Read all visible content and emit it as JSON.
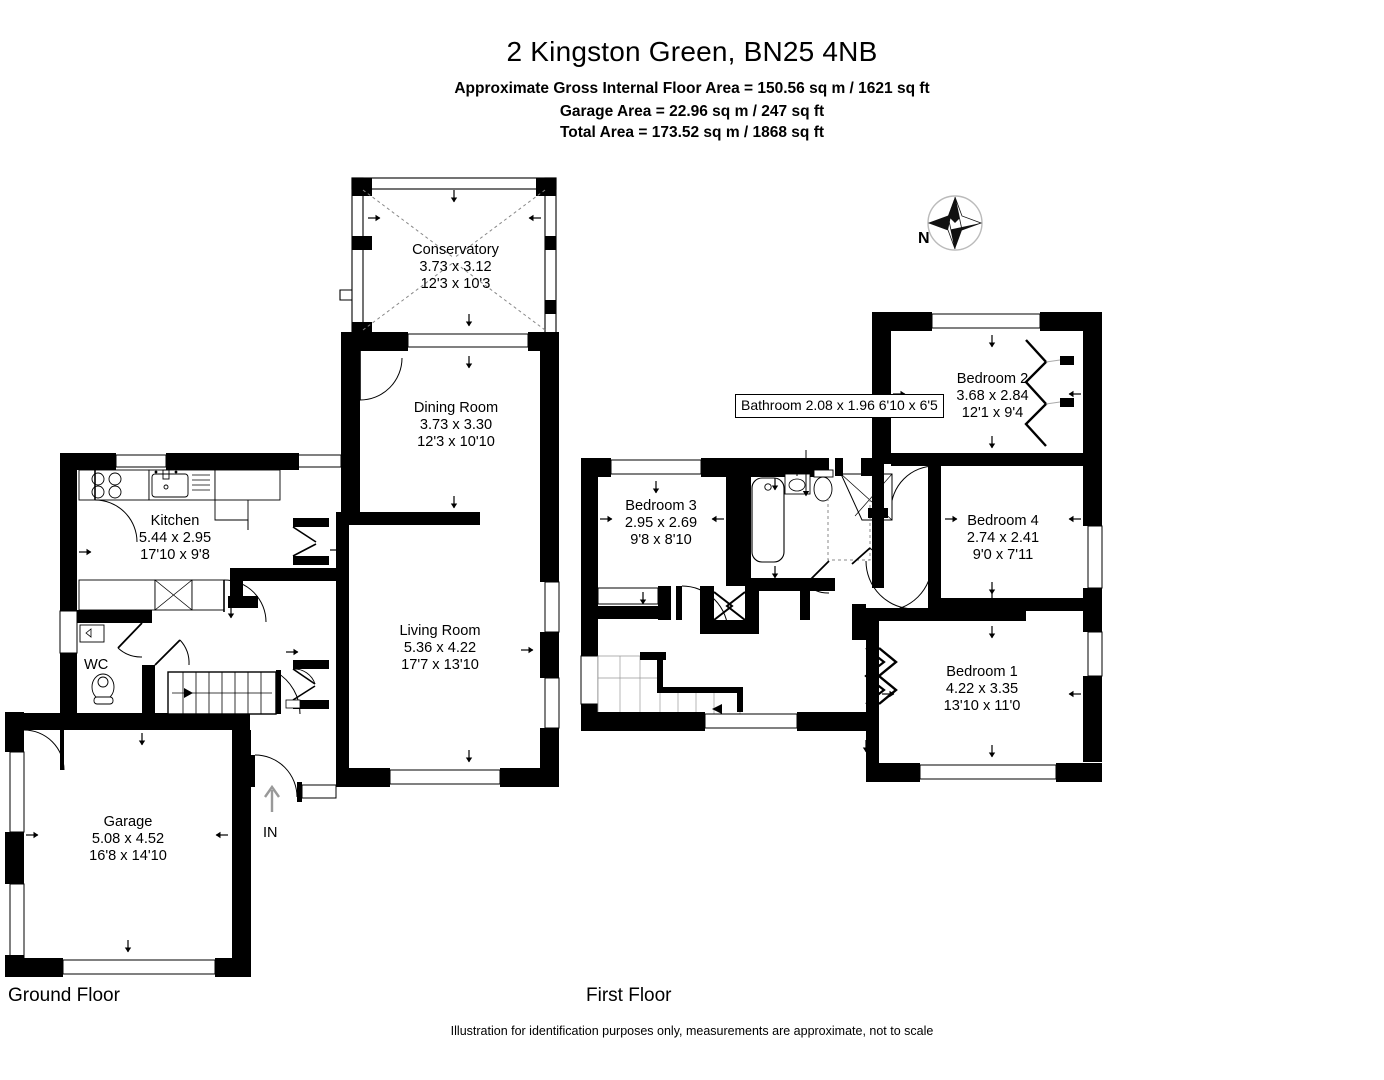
{
  "header": {
    "title": "2 Kingston Green, BN25 4NB",
    "area_internal": "Approximate Gross Internal Floor Area = 150.56 sq m / 1621 sq ft",
    "area_garage": "Garage Area = 22.96 sq m / 247 sq ft",
    "area_total": "Total Area = 173.52 sq m / 1868 sq ft"
  },
  "footer": {
    "ground_floor": "Ground Floor",
    "first_floor": "First Floor",
    "disclaimer": "Illustration for identification purposes only, measurements are approximate, not to scale"
  },
  "compass": {
    "north_label": "N"
  },
  "entry": {
    "in_label": "IN"
  },
  "ground_floor": {
    "rooms": [
      {
        "name": "Conservatory",
        "metric": "3.73 x 3.12",
        "imperial": "12'3 x 10'3"
      },
      {
        "name": "Dining Room",
        "metric": "3.73 x 3.30",
        "imperial": "12'3 x 10'10"
      },
      {
        "name": "Kitchen",
        "metric": "5.44 x 2.95",
        "imperial": "17'10 x 9'8"
      },
      {
        "name": "Living Room",
        "metric": "5.36 x 4.22",
        "imperial": "17'7 x 13'10"
      },
      {
        "name": "Garage",
        "metric": "5.08 x 4.52",
        "imperial": "16'8 x 14'10"
      }
    ],
    "wc_label": "WC"
  },
  "first_floor": {
    "rooms": [
      {
        "name": "Bedroom 2",
        "metric": "3.68 x 2.84",
        "imperial": "12'1 x 9'4"
      },
      {
        "name": "Bedroom 4",
        "metric": "2.74 x 2.41",
        "imperial": "9'0 x 7'11"
      },
      {
        "name": "Bedroom 1",
        "metric": "4.22 x 3.35",
        "imperial": "13'10 x 11'0"
      },
      {
        "name": "Bedroom 3",
        "metric": "2.95 x 2.69",
        "imperial": "9'8 x 8'10"
      }
    ],
    "bathroom": {
      "name": "Bathroom",
      "metric": "2.08 x 1.96",
      "imperial": "6'10 x 6'5"
    }
  },
  "colors": {
    "wall": "#000000",
    "background": "#ffffff",
    "thin_line": "#000000"
  }
}
